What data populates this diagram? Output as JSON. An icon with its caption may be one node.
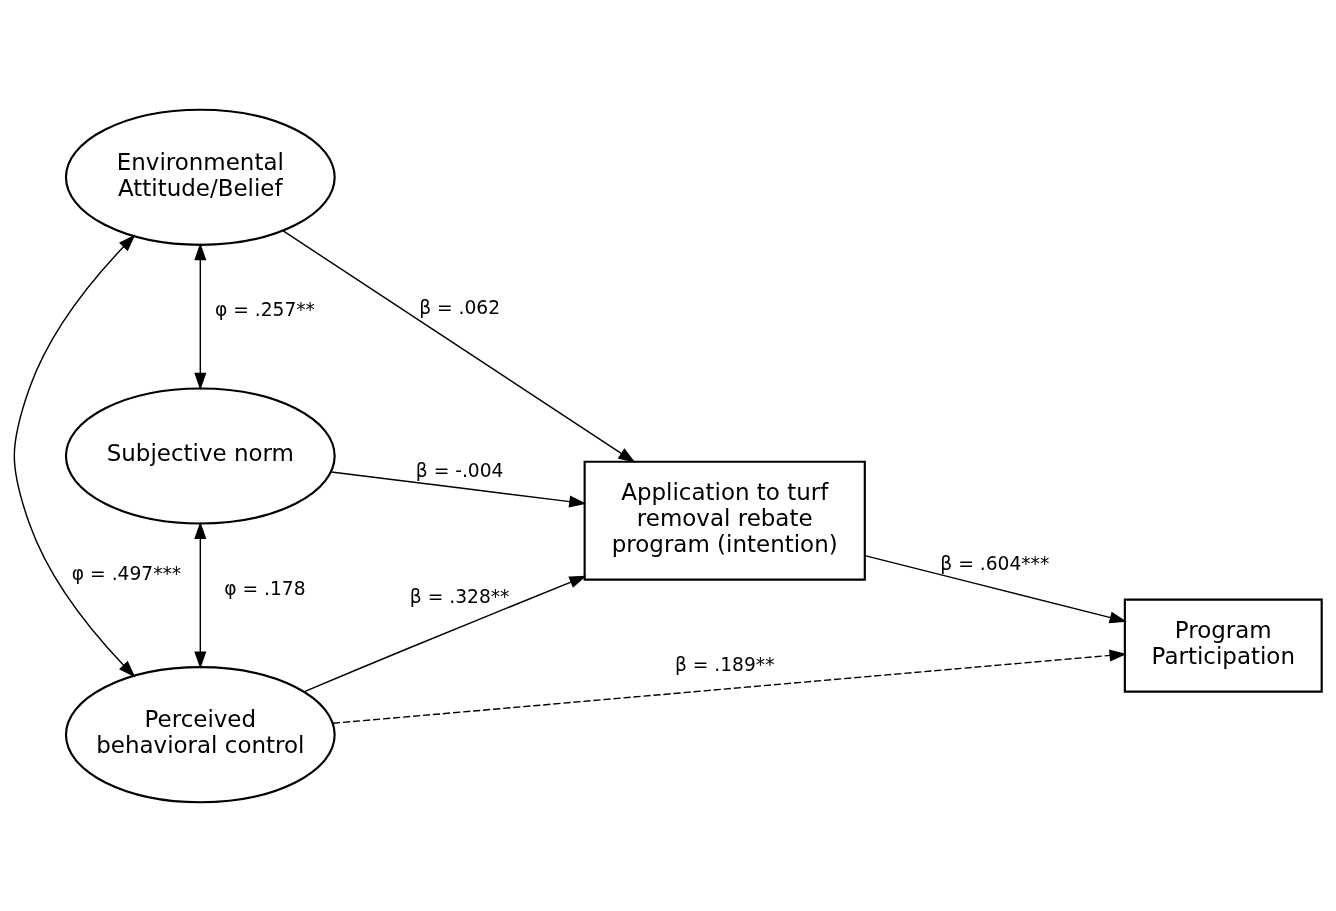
{
  "diagram": {
    "nodes": [
      {
        "text": [
          "Environmental Attitude/Belief"
        ]
      },
      {
        "text": [
          "Subjective norm"
        ]
      },
      {
        "text": [
          "Perceived behavioral control"
        ]
      },
      {
        "text": [
          "Application to turf removal rebate program (intention)"
        ]
      },
      {
        "text": [
          "Program Participation"
        ]
      }
    ],
    "edges": [
      {
        "from": 0,
        "to": 3,
        "arrow": "to",
        "label": "β = .062"
      },
      {
        "from": 1,
        "to": 3,
        "arrow": "to",
        "label": "β = -.004"
      },
      {
        "from": 2,
        "to": 3,
        "arrow": "to",
        "label": "β = .328**"
      },
      {
        "from": 3,
        "to": 4,
        "arrow": "to",
        "label": "β = .604***"
      },
      {
        "from": 2,
        "to": 4,
        "arrow": "to",
        "label": "β = .189**",
        "style": "dashed"
      },
      {
        "from": 0,
        "to": 1,
        "arrow": "both",
        "label": "φ = .257**"
      },
      {
        "from": 1,
        "to": 2,
        "arrow": "both",
        "label": "φ = .178"
      },
      {
        "from": 0,
        "to": 2,
        "arrow": "both",
        "label": "φ = .497***"
      }
    ]
  }
}
